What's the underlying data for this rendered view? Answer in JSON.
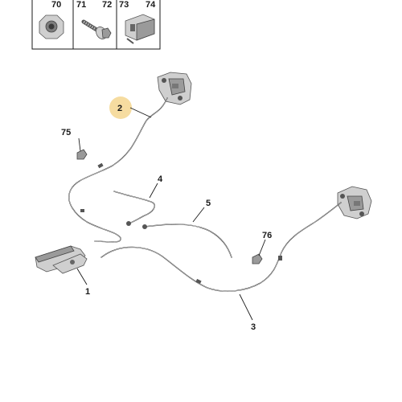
{
  "fastener_strip": {
    "labels": [
      "70",
      "71",
      "72",
      "73",
      "74"
    ]
  },
  "callouts": {
    "c1": "1",
    "c2": "2",
    "c3": "3",
    "c4": "4",
    "c5": "5",
    "c75": "75",
    "c76": "76"
  },
  "highlight_color": "#f6dca0"
}
